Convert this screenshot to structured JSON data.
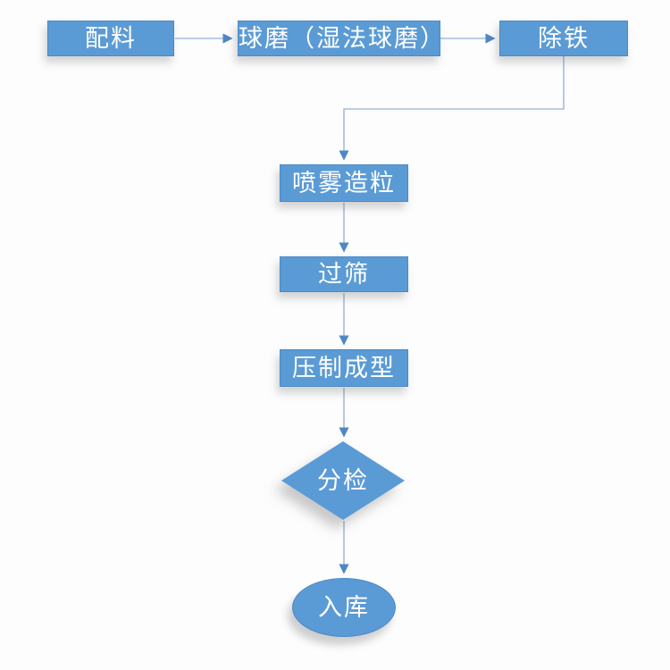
{
  "diagram": {
    "title": "production process flowchart",
    "nodes": [
      {
        "id": "batching",
        "label": "配料",
        "shape": "rect"
      },
      {
        "id": "ball-milling",
        "label": "球磨（湿法球磨）",
        "shape": "rect"
      },
      {
        "id": "iron-removal",
        "label": "除铁",
        "shape": "rect"
      },
      {
        "id": "spray-granulation",
        "label": "喷雾造粒",
        "shape": "rect"
      },
      {
        "id": "sieving",
        "label": "过筛",
        "shape": "rect"
      },
      {
        "id": "press-forming",
        "label": "压制成型",
        "shape": "rect"
      },
      {
        "id": "sorting",
        "label": "分检",
        "shape": "diamond"
      },
      {
        "id": "warehousing",
        "label": "入库",
        "shape": "ellipse"
      }
    ],
    "edges": [
      {
        "from": "batching",
        "to": "ball-milling"
      },
      {
        "from": "ball-milling",
        "to": "iron-removal"
      },
      {
        "from": "iron-removal",
        "to": "spray-granulation"
      },
      {
        "from": "spray-granulation",
        "to": "sieving"
      },
      {
        "from": "sieving",
        "to": "press-forming"
      },
      {
        "from": "press-forming",
        "to": "sorting"
      },
      {
        "from": "sorting",
        "to": "warehousing"
      }
    ],
    "colors": {
      "node_fill": "#5b9bd5",
      "node_border": "#4a89c8",
      "connector_line": "#a3bedb",
      "arrowhead": "#4f86c6",
      "text": "#ffffff",
      "background": "#fdfdfd"
    }
  }
}
